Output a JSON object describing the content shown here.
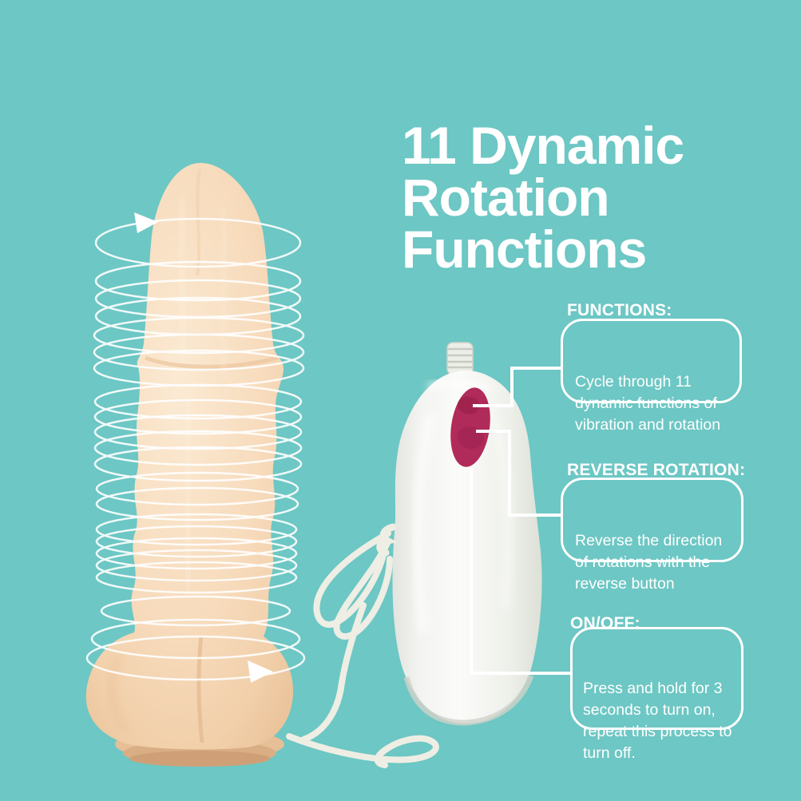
{
  "colors": {
    "background": "#6dc7c4",
    "text_white": "#ffffff",
    "callout_border": "#ffffff",
    "button_pink": "#b02a5a",
    "product_flesh": "#f6dabb",
    "remote_body": "#f2f3ef",
    "cord_white": "#eeeee4",
    "ring_white": "#ffffff"
  },
  "title": "11 Dynamic\nRotation\nFunctions",
  "annotations": [
    {
      "id": "functions",
      "heading": "FUNCTIONS:",
      "body": "Cycle through 11\ndynamic functions of\nvibration and rotation"
    },
    {
      "id": "reverse-rotation",
      "heading": "REVERSE ROTATION:",
      "body": "Reverse the direction\nof rotations with the\nreverse button"
    },
    {
      "id": "on-off",
      "heading": "ON/OFF:",
      "body": "Press and hold for 3\nseconds to turn on,\nrepeat this process to\nturn off."
    }
  ],
  "illustration": {
    "left_figure": "suction-cup-dildo-with-rotation-rings",
    "right_figure": "wired-remote-control",
    "remote_button": "reverse-rotation-button",
    "arrows": "rotation-direction-arrows"
  }
}
